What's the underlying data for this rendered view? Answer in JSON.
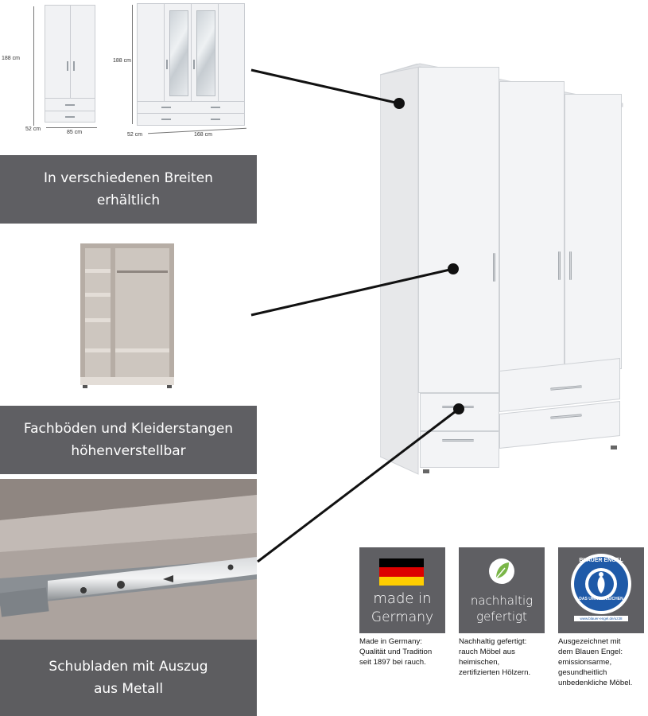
{
  "dimensions": {
    "small": {
      "height": "188 cm",
      "depth": "52 cm",
      "width": "85 cm"
    },
    "large": {
      "height": "188 cm",
      "depth": "52 cm",
      "width": "168 cm"
    }
  },
  "captions": {
    "widths": [
      "In verschiedenen Breiten",
      "erhältlich"
    ],
    "shelves": [
      "Fachböden und Kleiderstangen",
      "höhenverstellbar"
    ],
    "drawers": [
      "Schubladen mit Auszug",
      "aus Metall"
    ]
  },
  "badges": {
    "germany": {
      "title_lines": [
        "made in",
        "Germany"
      ],
      "desc_lines": [
        "Made in Germany:",
        "Qualität und Tradition",
        "seit 1897 bei rauch."
      ]
    },
    "sustainable": {
      "title_lines": [
        "nachhaltig",
        "gefertigt"
      ],
      "desc_lines": [
        "Nachhaltig gefertigt:",
        "rauch Möbel aus",
        "heimischen,",
        "zertifizierten Hölzern."
      ]
    },
    "blue_angel": {
      "seal_top": "BLAUER ENGEL",
      "seal_bottom": "DAS UMWELTZEICHEN",
      "seal_url": "www.blauer-engel.de/uz38",
      "desc_lines": [
        "Ausgezeichnet mit",
        "dem Blauen Engel:",
        "emissionsarme,",
        "gesundheitlich",
        "unbedenkliche Möbel."
      ]
    }
  },
  "colors": {
    "banner": "#5f5f63",
    "flag_black": "#000000",
    "flag_red": "#dd0000",
    "flag_gold": "#ffce00",
    "leaf_green": "#7ab648",
    "blue_angel": "#1f5aa8"
  }
}
